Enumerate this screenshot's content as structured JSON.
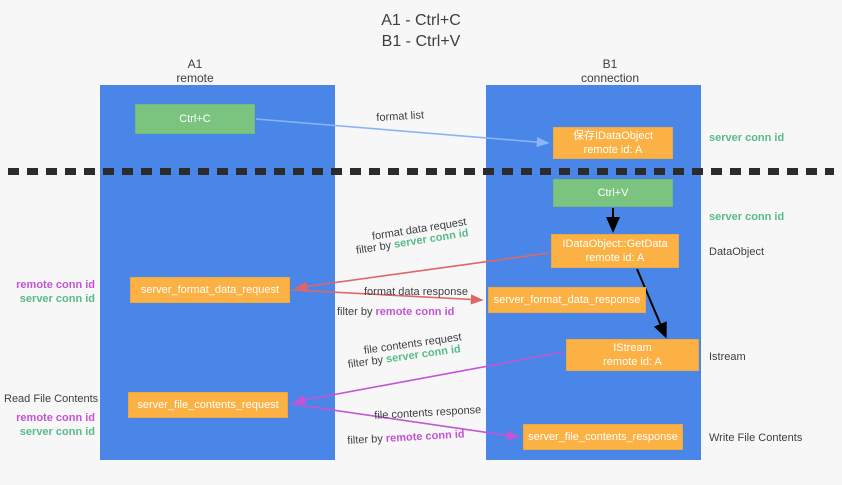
{
  "title": "A1 - Ctrl+C\nB1 - Ctrl+V",
  "colors": {
    "lane": "#4a86e8",
    "green_box": "#7bc47f",
    "orange_box": "#fbb143",
    "server_conn_id": "#57bb8a",
    "remote_conn_id": "#c354d6",
    "format_list_arrow": "#8ab4f8",
    "format_data_arrow": "#e06666",
    "file_contents_arrow": "#c354d6",
    "internal_arrow": "#000000",
    "background": "#f7f7f7"
  },
  "columns": [
    {
      "id": "a1",
      "name": "A1",
      "sub": "remote",
      "header": "A1\nremote"
    },
    {
      "id": "b1",
      "name": "B1",
      "sub": "connection",
      "header": "B1\nconnection"
    }
  ],
  "boxes": {
    "ctrl_c": "Ctrl+C",
    "save_idataobject": "保存IDataObject\nremote id: A",
    "ctrl_v": "Ctrl+V",
    "getdata": "IDataObject::GetData\nremote id: A",
    "server_format_data_request": "server_format_data_request",
    "server_format_data_response": "server_format_data_response",
    "istream": "IStream\nremote id: A",
    "server_file_contents_request": "server_file_contents_request",
    "server_file_contents_response": "server_file_contents_response"
  },
  "right_labels": {
    "server_conn_id_top": "server conn id",
    "server_conn_id_mid": "server conn id",
    "dataobject": "DataObject",
    "istream": "Istream",
    "write_file_contents": "Write File Contents"
  },
  "left_labels": {
    "remote_conn_id_1": "remote conn id",
    "server_conn_id_1": "server conn id",
    "read_file_contents": "Read File Contents",
    "remote_conn_id_2": "remote conn id",
    "server_conn_id_2": "server conn id"
  },
  "arrow_labels": {
    "format_list": "format list",
    "format_data_request": "format data request",
    "format_data_request_filter_prefix": "filter by ",
    "format_data_request_filter_value": "server conn id",
    "format_data_response": "format data response",
    "format_data_response_filter_prefix": "filter by ",
    "format_data_response_filter_value": "remote conn id",
    "file_contents_request": "file contents request",
    "file_contents_request_filter_prefix": "filter by ",
    "file_contents_request_filter_value": "server conn id",
    "file_contents_response": "file contents response",
    "file_contents_response_filter_prefix": "filter by ",
    "file_contents_response_filter_value": "remote conn id"
  }
}
